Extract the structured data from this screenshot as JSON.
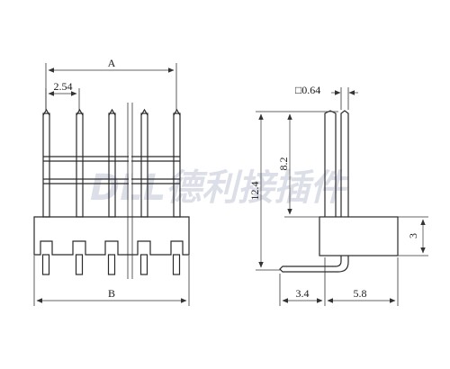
{
  "watermark": {
    "text": "DLL德利接插件"
  },
  "front_view": {
    "dim_top_label": "A",
    "dim_pitch_label": "2.54",
    "dim_bottom_label": "B"
  },
  "side_view": {
    "dim_pin_size_label": "□0.64",
    "dim_height_label": "12.4",
    "dim_pin_length_label": "8.2",
    "dim_base_height_label": "3",
    "dim_bottom_left_label": "3.4",
    "dim_bottom_right_label": "5.8"
  }
}
